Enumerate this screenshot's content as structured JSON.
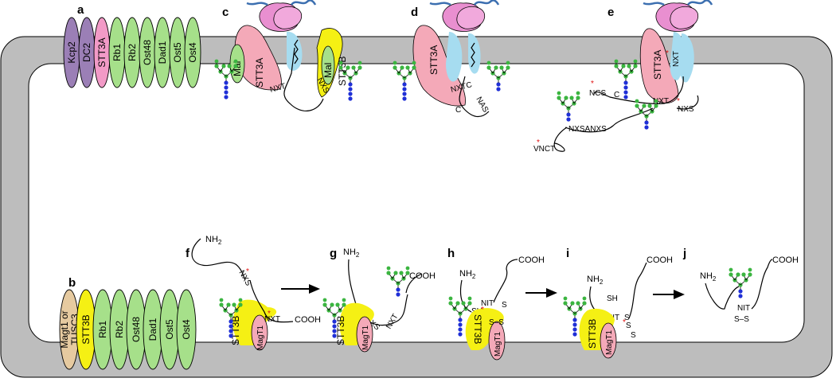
{
  "panels": {
    "a": "a",
    "b": "b",
    "c": "c",
    "d": "d",
    "e": "e",
    "f": "f",
    "g": "g",
    "h": "h",
    "i": "i",
    "j": "j"
  },
  "complex_a": {
    "subunits": [
      {
        "label": "Kcp2",
        "color": "#9b7fb6"
      },
      {
        "label": "DC2",
        "color": "#9b7fb6"
      },
      {
        "label": "STT3A",
        "color": "#f29ac7"
      },
      {
        "label": "Rb1",
        "color": "#a6e08a"
      },
      {
        "label": "Rb2",
        "color": "#a6e08a"
      },
      {
        "label": "Ost48",
        "color": "#a6e08a"
      },
      {
        "label": "Dad1",
        "color": "#a6e08a"
      },
      {
        "label": "Ost5",
        "color": "#a6e08a"
      },
      {
        "label": "Ost4",
        "color": "#a6e08a"
      }
    ]
  },
  "complex_b": {
    "subunits": [
      {
        "label": "Magt1 or TUSC3",
        "color": "#e6caa0"
      },
      {
        "label": "STT3B",
        "color": "#f5f014"
      },
      {
        "label": "Rb1",
        "color": "#a6e08a"
      },
      {
        "label": "Rb2",
        "color": "#a6e08a"
      },
      {
        "label": "Ost48",
        "color": "#a6e08a"
      },
      {
        "label": "Dad1",
        "color": "#a6e08a"
      },
      {
        "label": "Ost5",
        "color": "#a6e08a"
      },
      {
        "label": "Ost4",
        "color": "#a6e08a"
      }
    ]
  },
  "labels": {
    "stt3a": "STT3A",
    "stt3b": "STT3B",
    "mal": "Mal",
    "magt1": "MagT1",
    "nh2": "NH",
    "sub2": "2",
    "cooh": "COOH",
    "sh": "SH",
    "s": "S",
    "nxt": "NXT",
    "nxs": "NXS",
    "nxtc": "NXTC",
    "c": "C",
    "nas": "NAS",
    "ncs": "NCS",
    "nxsanxs": "NXSANXS",
    "vnct": "VNCT",
    "nit": "NIT",
    "ss": "S–S",
    "star": "*"
  },
  "colors": {
    "membrane": "#bdbdbd",
    "pink_stt3a": "#f4a9b8",
    "yellow_stt3b": "#f5f014",
    "green_mal": "#a6e08a",
    "blue_sec61": "#a6dcf0",
    "ribosome": "#e98fd0",
    "ribosome_small": "#f1a9dc",
    "mrna": "#3c6fb0",
    "glcnac": "#1f2fd6",
    "mannose": "#3bb540",
    "red_star": "#e01010",
    "magt1": "#f4a9b8"
  }
}
